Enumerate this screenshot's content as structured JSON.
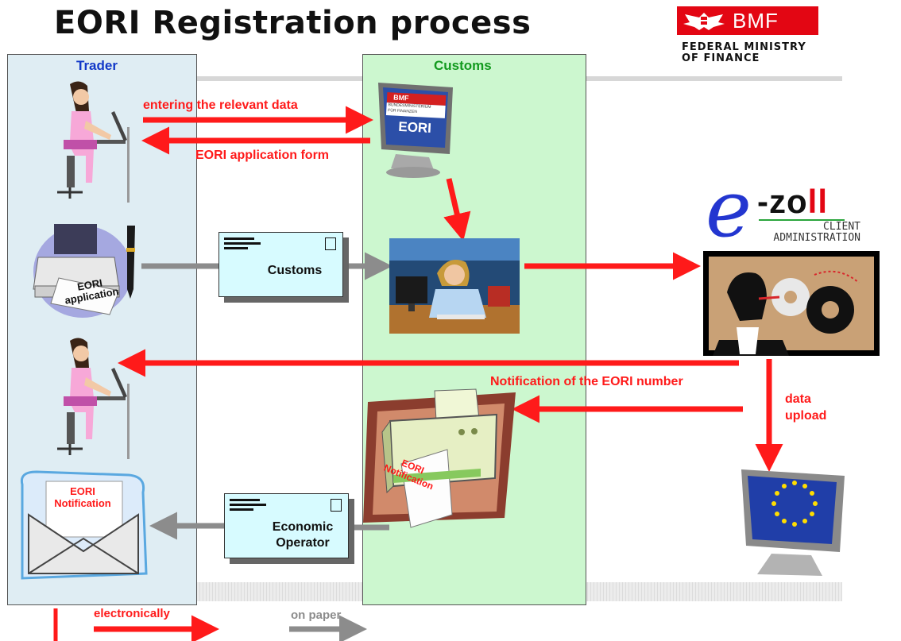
{
  "title": "EORI Registration process",
  "brand": {
    "logo_text": "BMF",
    "subtitle_line1": "FEDERAL MINISTRY",
    "subtitle_line2": "OF FINANCE",
    "red": "#e30613"
  },
  "lanes": {
    "trader": "Trader",
    "customs": "Customs"
  },
  "flows": {
    "enter_data": "entering the relevant data",
    "application_form": "EORI application form",
    "notification_number": "Notification of the EORI number",
    "data_upload_1": "data",
    "data_upload_2": "upload"
  },
  "monitor_screen": {
    "brand": "BMF",
    "line1": "BUNDESMINISTERIUM",
    "line2": "FÜR FINANZEN",
    "eori": "EORI"
  },
  "envelopes": {
    "customs": "Customs",
    "economic_operator_1": "Economic",
    "economic_operator_2": "Operator"
  },
  "printer_paper": {
    "line1": "EORI",
    "line2": "application"
  },
  "notification_printer": {
    "line1": "EORI",
    "line2": "Notification"
  },
  "letter": {
    "line1": "EORI",
    "line2": "Notification"
  },
  "ezoll": {
    "e": "e",
    "text": "-zo",
    "ll": "ll",
    "line1": "CLIENT",
    "line2": "ADMINISTRATION"
  },
  "legend": {
    "electronic": "electronically",
    "paper": "on paper"
  },
  "colors": {
    "electronic": "#ff1a1a",
    "paper": "#8c8c8c",
    "trader_lane": "#dfedf3",
    "customs_lane": "#ccf7cf"
  }
}
